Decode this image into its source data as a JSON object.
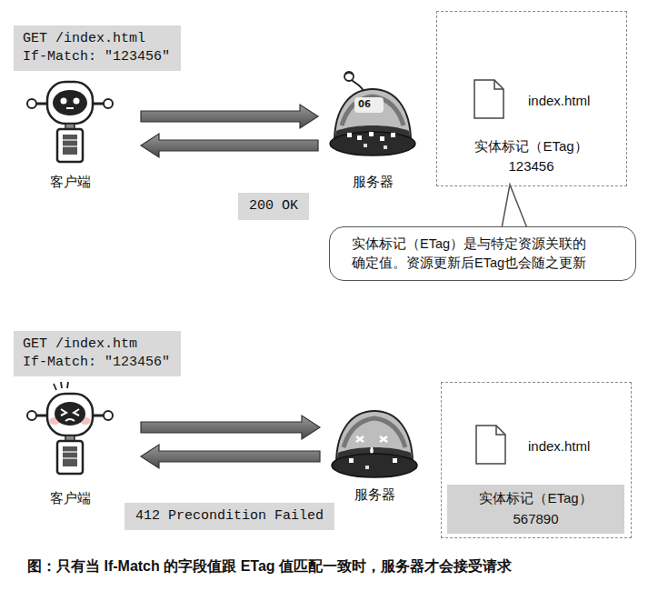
{
  "diagram": {
    "caption": "图：只有当 If-Match 的字段值跟 ETag 值匹配一致时，服务器才会接受请求",
    "nodes": [
      {
        "text": [
          "GET /index.html",
          "If-Match: \"123456\""
        ]
      },
      {
        "text": [
          "客户端"
        ]
      },
      {
        "text": [
          "服务器"
        ]
      },
      {
        "text": [
          "index.html",
          "实体标记（ETag）",
          "123456"
        ]
      },
      {
        "text": [
          "实体标记（ETag）是与特定资源关联的 确定值。资源更新后ETag也会随之更新"
        ]
      },
      {
        "text": [
          "GET /index.htm",
          "If-Match: \"123456\""
        ]
      },
      {
        "text": [
          "客户端"
        ]
      },
      {
        "text": [
          "服务器"
        ]
      },
      {
        "text": [
          "index.html"
        ]
      },
      {
        "text": [
          "实体标记（ETag）",
          "567890"
        ],
        "in": 8
      }
    ],
    "edges": [
      {
        "from": 1,
        "to": 2,
        "arrow": "to"
      },
      {
        "from": 2,
        "to": 1,
        "arrow": "to",
        "label": "200 OK"
      },
      {
        "from": 6,
        "to": 7,
        "arrow": "to"
      },
      {
        "from": 7,
        "to": 6,
        "arrow": "to",
        "label": "412 Precondition Failed"
      }
    ],
    "labels": [
      "06"
    ]
  }
}
